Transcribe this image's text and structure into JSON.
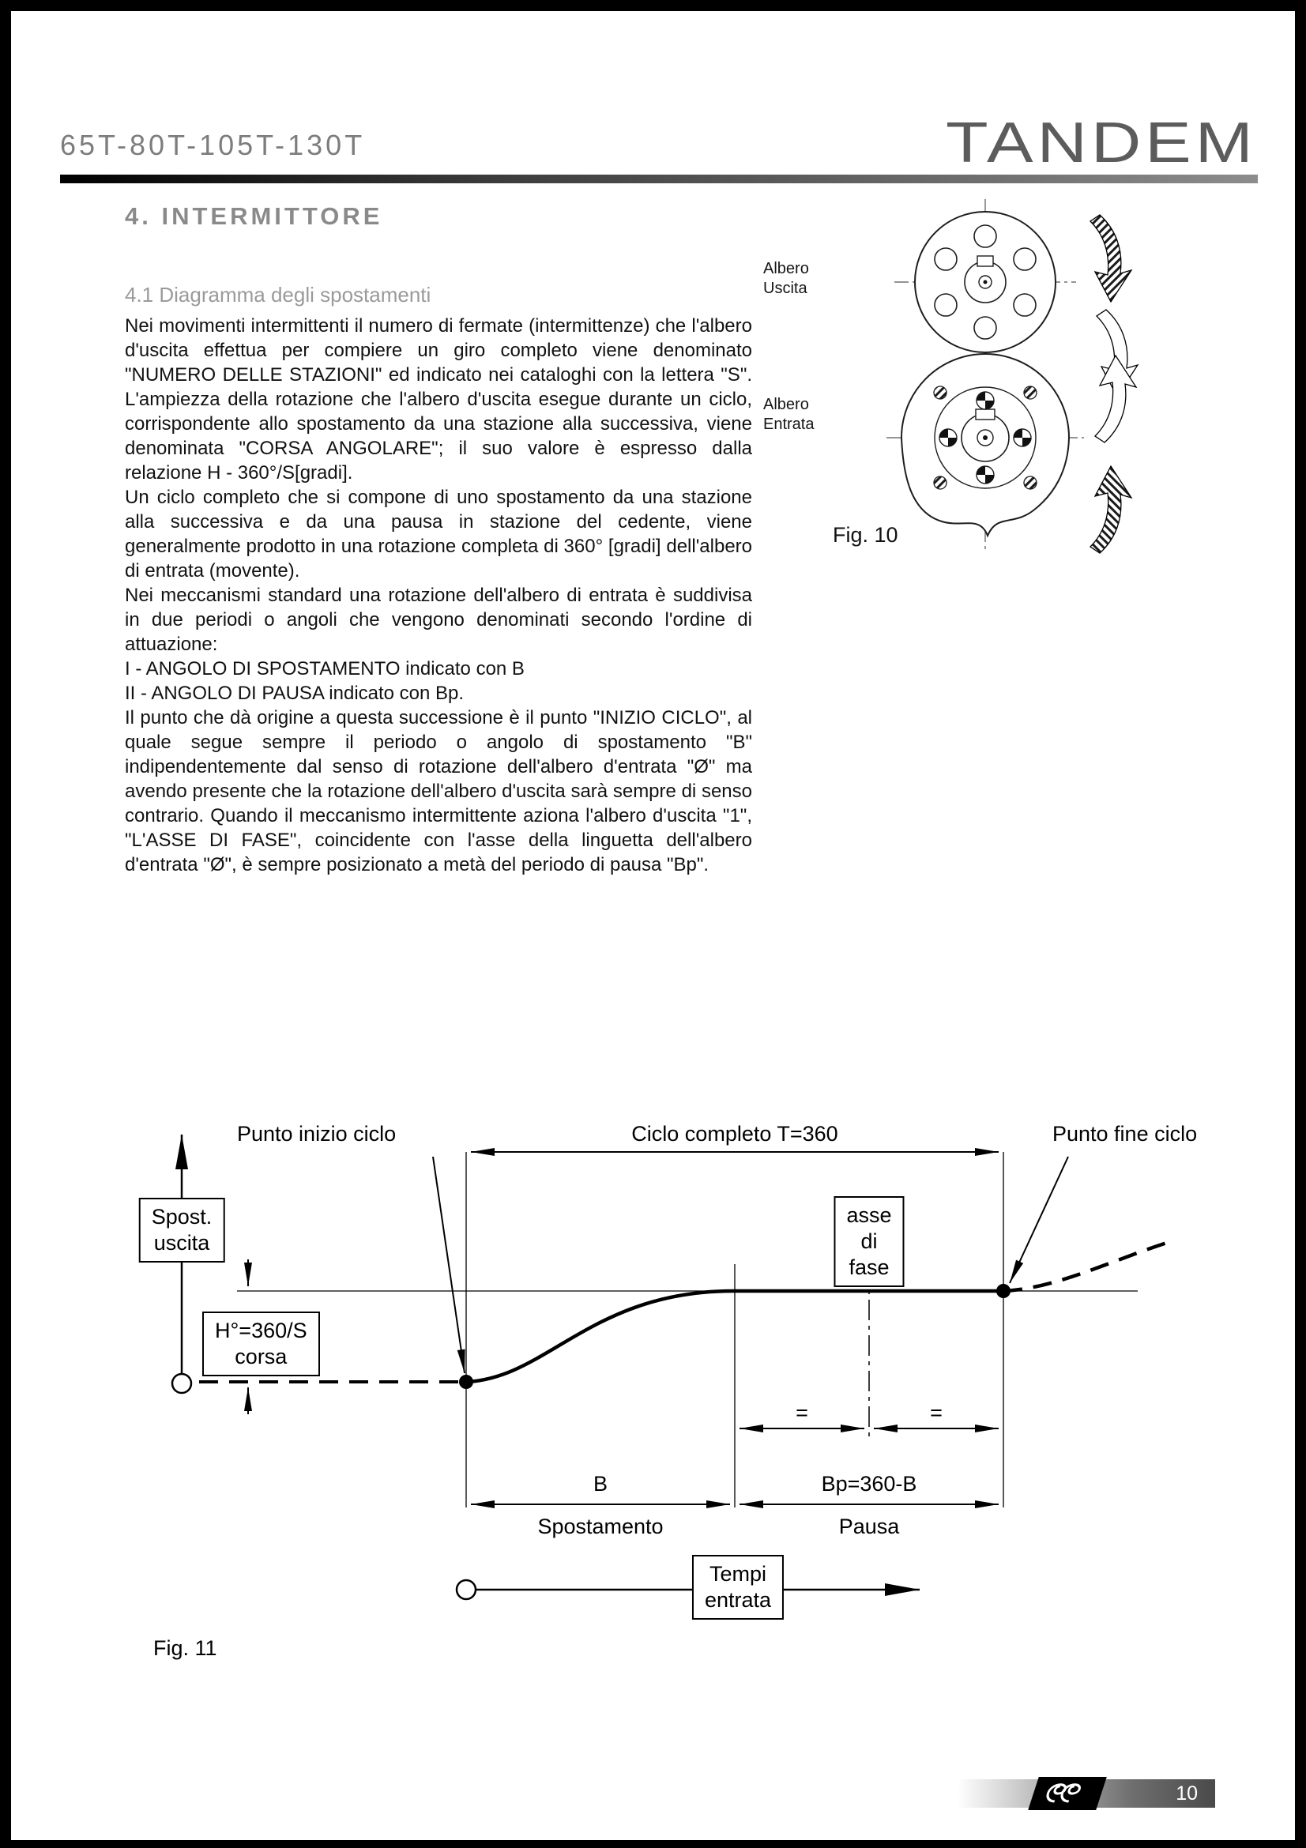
{
  "header": {
    "model_code": "65T-80T-105T-130T",
    "brand": "TANDEM"
  },
  "section": {
    "title": "4. INTERMITTORE"
  },
  "article": {
    "subtitle": "4.1 Diagramma degli spostamenti",
    "paragraphs": [
      "Nei movimenti intermittenti il numero di fermate (intermittenze) che l'albero d'uscita effettua per compiere un giro completo viene denominato \"NUMERO DELLE STAZIONI\" ed indicato nei cataloghi con la lettera \"S\". L'ampiezza della rotazione che l'albero d'uscita esegue durante un ciclo, corrispondente allo spostamento da una stazione alla successiva, viene denominata \"CORSA ANGOLARE\"; il suo valore è espresso dalla relazione H - 360°/S[gradi].",
      "Un ciclo completo che si compone di uno spostamento da una stazione alla successiva e da una pausa in stazione del cedente, viene generalmente prodotto in una rotazione completa di 360° [gradi] dell'albero di entrata (movente).",
      "Nei meccanismi standard una rotazione dell'albero di entrata è suddivisa in due periodi o angoli che vengono denominati secondo l'ordine di attuazione:",
      "I - ANGOLO DI SPOSTAMENTO indicato con B",
      "II - ANGOLO DI PAUSA indicato con Bp.",
      "Il punto che dà origine a questa successione è il punto \"INIZIO CICLO\", al quale segue sempre il periodo o angolo di spostamento \"B\" indipendentemente dal senso di rotazione dell'albero d'entrata \"Ø\" ma avendo presente che la rotazione dell'albero d'uscita sarà sempre di senso contrario. Quando il meccanismo intermittente aziona l'albero d'uscita \"1\", \"L'ASSE DI FASE\", coincidente con l'asse della linguetta dell'albero d'entrata \"Ø\", è sempre posizionato a metà del periodo di pausa \"Bp\"."
    ]
  },
  "fig10": {
    "label_shaft_out": "Albero\nUscita",
    "label_shaft_in": "Albero\nEntrata",
    "caption": "Fig. 10"
  },
  "fig11": {
    "label_start": "Punto inizio ciclo",
    "label_cycle": "Ciclo completo  T=360",
    "label_end": "Punto fine ciclo",
    "box_output": "Spost.\nuscita",
    "box_phase": "asse\ndi\nfase",
    "box_stroke": "H°=360/S\ncorsa",
    "box_input": "Tempi\nentrata",
    "dim_b": "B",
    "dim_b_name": "Spostamento",
    "dim_bp": "Bp=360-B",
    "dim_bp_name": "Pausa",
    "equal": "=",
    "caption": "Fig. 11"
  },
  "footer": {
    "page_number": "10"
  },
  "colors": {
    "heading_gray": "#8a8a8a",
    "text_black": "#121212"
  }
}
